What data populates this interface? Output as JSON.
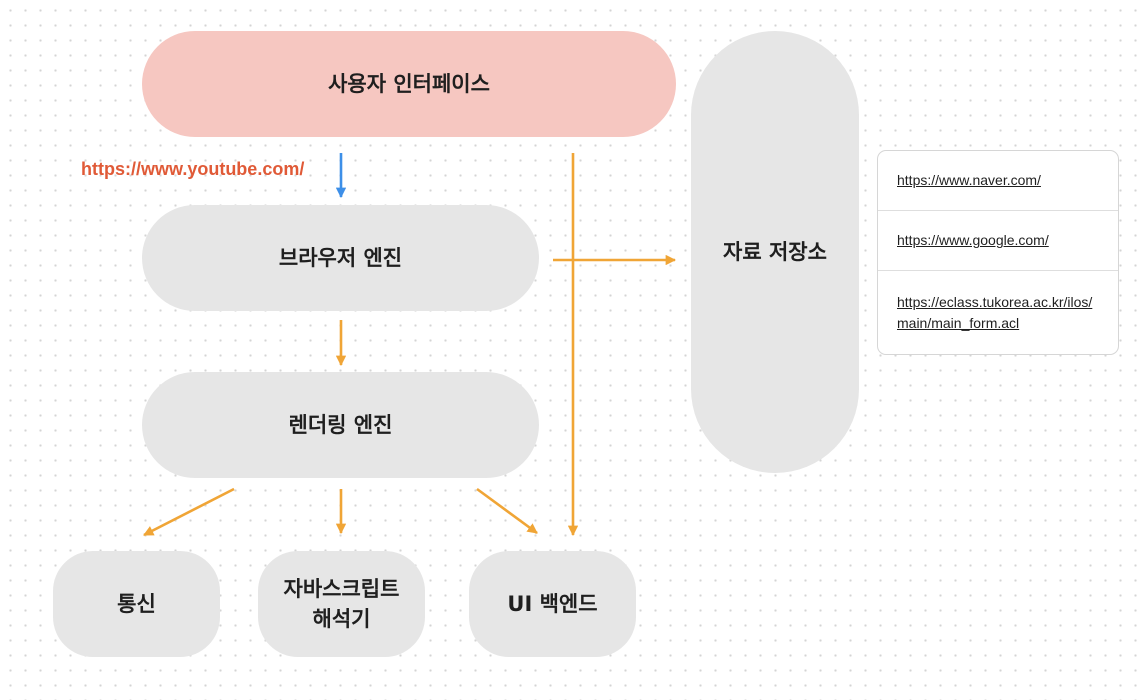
{
  "nodes": {
    "user_interface": "사용자 인터페이스",
    "browser_engine": "브라우저 엔진",
    "rendering_engine": "렌더링 엔진",
    "data_storage": "자료 저장소",
    "networking": "통신",
    "js_interpreter_line1": "자바스크립트",
    "js_interpreter_line2": "해석기",
    "ui_backend": "UI 백엔드"
  },
  "request_url": "https://www.youtube.com/",
  "stored_urls": [
    "https://www.naver.com/",
    "https://www.google.com/",
    "https://eclass.tukorea.ac.kr/ilos/main/main_form.acl"
  ],
  "colors": {
    "ui_node": "#f6c7c1",
    "node": "#e6e6e6",
    "request_arrow": "#3d8fe8",
    "flow_arrow": "#f0a536",
    "url_text": "#e05a37"
  }
}
